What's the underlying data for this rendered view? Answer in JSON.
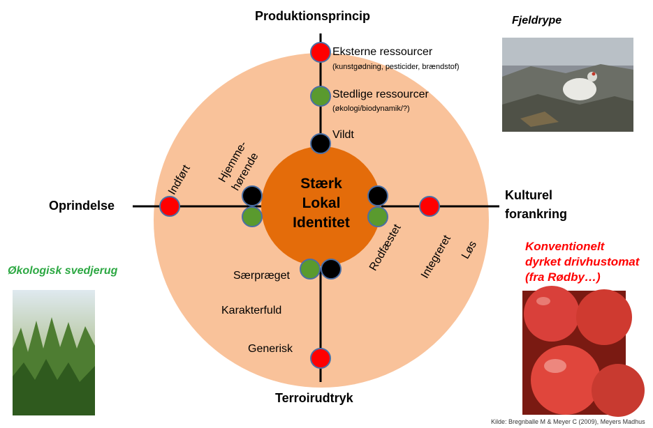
{
  "axes": {
    "top": "Produktionsprincip",
    "left": "Oprindelse",
    "right": [
      "Kulturel",
      "forankring"
    ],
    "bottom": "Terroirudtryk"
  },
  "center": [
    "Stærk",
    "Lokal",
    "Identitet"
  ],
  "top_axis": {
    "external": "Eksterne ressourcer",
    "external_sub": "(kunstgødning, pesticider, brændstof)",
    "local": "Stedlige ressourcer",
    "local_sub": "(økologi/biodynamik/?)",
    "wild": "Vildt"
  },
  "left_axis": {
    "introduced": "Indført",
    "native": [
      "Hjemme-",
      "hørende"
    ]
  },
  "right_axis": {
    "rooted": "Rodfæstet",
    "integrated": "Integreret",
    "loose": "Løs"
  },
  "bottom_axis": {
    "distinctive": "Særpræget",
    "characterful": "Karakterfuld",
    "generic": "Generisk"
  },
  "captions": {
    "ptarmigan": "Fjeldrype",
    "organic_rye": "Økologisk svedjerug",
    "tomato": [
      "Konventionelt",
      "dyrket drivhustomat",
      "(fra Rødby…)"
    ]
  },
  "credit": "Kilde: Bregnballe M & Meyer C (2009), Meyers Madhus",
  "colors": {
    "outer_circle": "#F9C29A",
    "inner_circle": "#E46C0A",
    "red": "#FF0000",
    "green": "#5A9A2E",
    "black": "#000000",
    "dot_border": "#4A6FA5",
    "green_caption": "#2DA843",
    "red_caption": "#FF0000"
  }
}
